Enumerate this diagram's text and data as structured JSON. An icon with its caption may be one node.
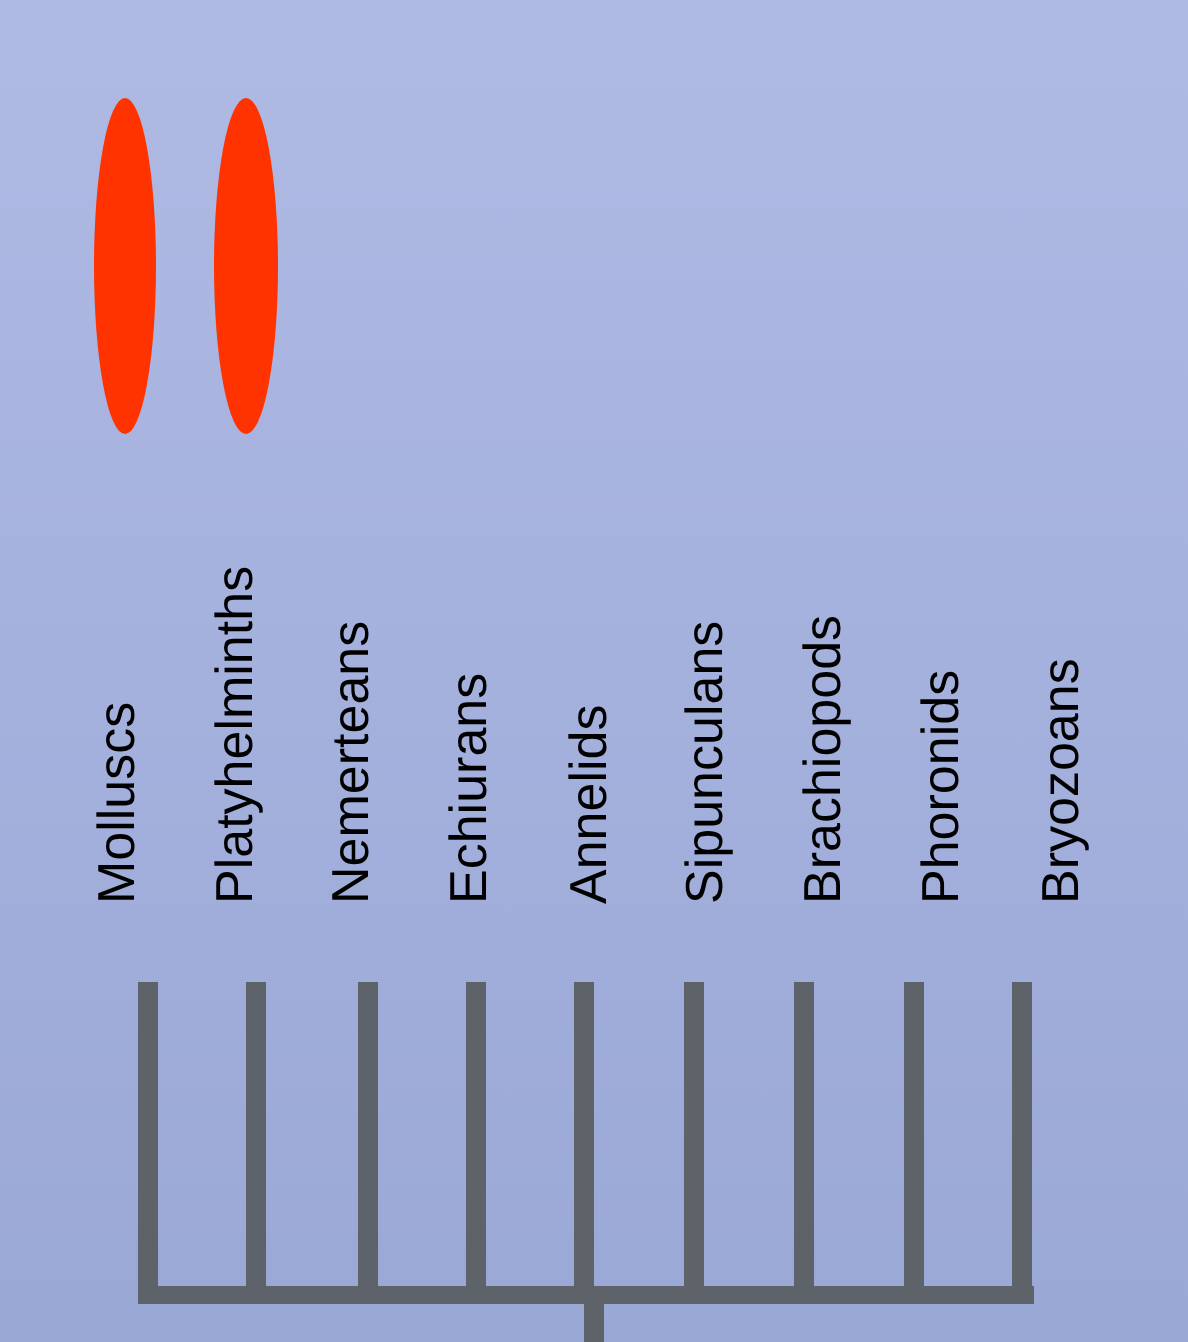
{
  "diagram": {
    "nodes": [
      {
        "text": [],
        "shape": "ellipse"
      },
      {
        "text": [],
        "shape": "ellipse"
      },
      {
        "text": [
          "Molluscs"
        ]
      },
      {
        "text": [
          "Platyhelminths"
        ]
      },
      {
        "text": [
          "Nemerteans"
        ]
      },
      {
        "text": [
          "Echiurans"
        ]
      },
      {
        "text": [
          "Annelids"
        ]
      },
      {
        "text": [
          "Sipunculans"
        ]
      },
      {
        "text": [
          "Brachiopods"
        ]
      },
      {
        "text": [
          "Phoronids"
        ]
      },
      {
        "text": [
          "Bryozoans"
        ]
      },
      {
        "text": [],
        "shape": "bar"
      }
    ],
    "edges": [
      {
        "from": 11,
        "to": 2,
        "arrow": "none"
      },
      {
        "from": 11,
        "to": 3,
        "arrow": "none"
      },
      {
        "from": 11,
        "to": 4,
        "arrow": "none"
      },
      {
        "from": 11,
        "to": 5,
        "arrow": "none"
      },
      {
        "from": 11,
        "to": 6,
        "arrow": "none"
      },
      {
        "from": 11,
        "to": 7,
        "arrow": "none"
      },
      {
        "from": 11,
        "to": 8,
        "arrow": "none"
      },
      {
        "from": 11,
        "to": 9,
        "arrow": "none"
      },
      {
        "from": 11,
        "to": 10,
        "arrow": "none"
      },
      {
        "from": 11,
        "to": null,
        "arrow": "none"
      }
    ]
  }
}
